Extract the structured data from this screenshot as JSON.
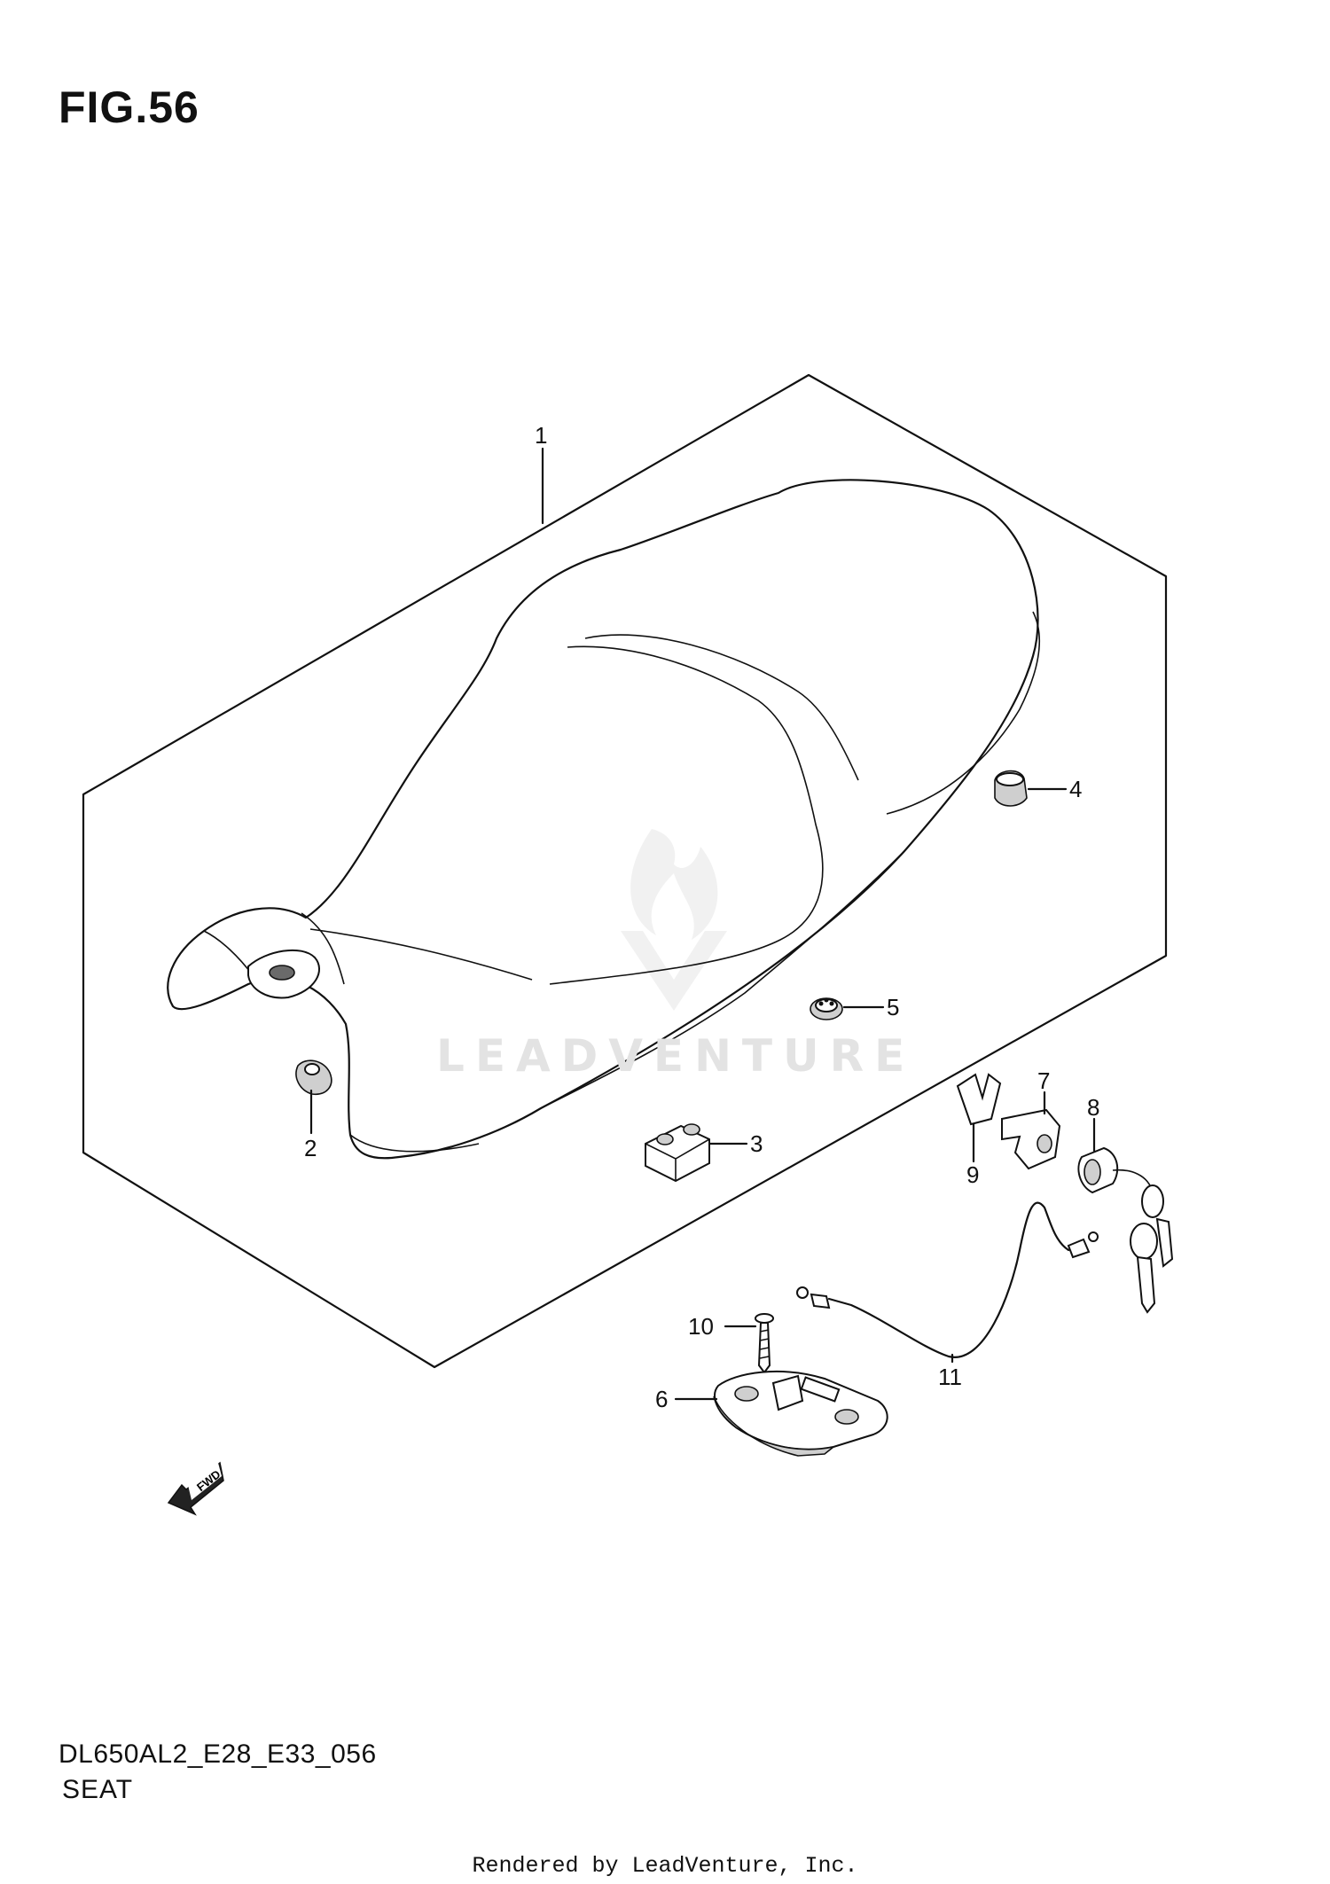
{
  "figure": {
    "title": "FIG.56",
    "code": "DL650AL2_E28_E33_056",
    "name": "SEAT",
    "credit": "Rendered by LeadVenture, Inc.",
    "watermark": "LEADVENTURE",
    "fwd_label": "FWD"
  },
  "callouts": [
    {
      "id": "1",
      "label": "1"
    },
    {
      "id": "2",
      "label": "2"
    },
    {
      "id": "3",
      "label": "3"
    },
    {
      "id": "4",
      "label": "4"
    },
    {
      "id": "5",
      "label": "5"
    },
    {
      "id": "6",
      "label": "6"
    },
    {
      "id": "7",
      "label": "7"
    },
    {
      "id": "8",
      "label": "8"
    },
    {
      "id": "9",
      "label": "9"
    },
    {
      "id": "10",
      "label": "10"
    },
    {
      "id": "11",
      "label": "11"
    }
  ],
  "colors": {
    "ink": "#111111",
    "watermark": "#e3e3e3",
    "part_shade": "#cfcfcf"
  }
}
